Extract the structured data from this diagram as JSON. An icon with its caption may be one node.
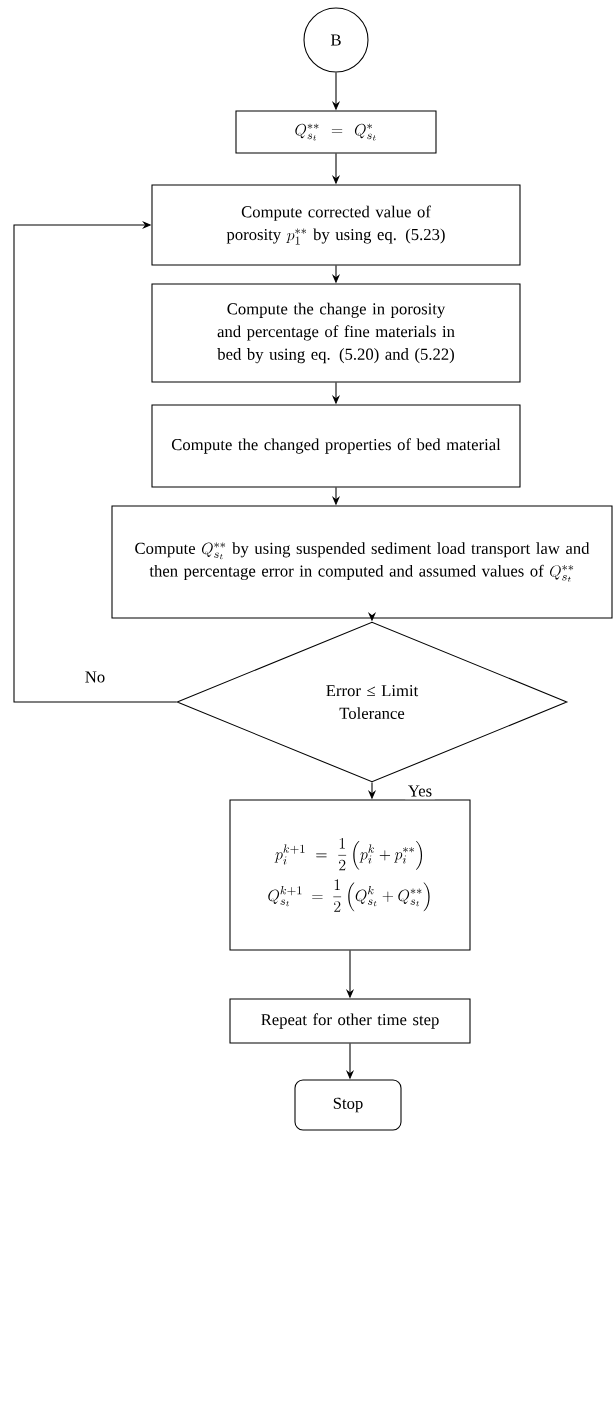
{
  "diagram": {
    "nodes": [
      {
        "text": [
          "B"
        ]
      },
      {
        "text": [
          "Q_{s_t}^{**} = Q_{s_t}^{*}"
        ]
      },
      {
        "text": [
          "Compute corrected value of porosity",
          "p_1^{**}",
          "by using eq. (5.23)"
        ]
      },
      {
        "text": [
          "Compute the change in porosity and percentage of fine materials in bed by using eq. (5.20) and (5.22)"
        ]
      },
      {
        "text": [
          "Compute the changed properties of bed material"
        ]
      },
      {
        "text": [
          "Compute",
          "Q_{s_t}^{**}",
          "by using suspended sediment load transport law and then percentage error in computed and assumed values of",
          "Q_{s_t}^{**}"
        ]
      },
      {
        "text": [
          "Error ≤ Limit Tolerance"
        ]
      },
      {
        "text": [
          "p_i^{k+1} = \\frac{1}{2}\\left(p_i^{k} + p_i^{**}\\right)",
          "Q_{s_t}^{k+1} = \\frac{1}{2}\\left(Q_{s_t}^{k} + Q_{s_t}^{**}\\right)"
        ]
      },
      {
        "text": [
          "Repeat for other time step"
        ]
      },
      {
        "text": [
          "Stop"
        ]
      }
    ],
    "edges": [
      {
        "from": 0,
        "to": 1,
        "arrow": "to"
      },
      {
        "from": 1,
        "to": 2,
        "arrow": "to"
      },
      {
        "from": 2,
        "to": 3,
        "arrow": "to"
      },
      {
        "from": 3,
        "to": 4,
        "arrow": "to"
      },
      {
        "from": 4,
        "to": 5,
        "arrow": "to"
      },
      {
        "from": 5,
        "to": 6,
        "arrow": "to"
      },
      {
        "from": 6,
        "to": 2,
        "arrow": "to",
        "label": "No"
      },
      {
        "from": 6,
        "to": 7,
        "arrow": "to",
        "label": "Yes"
      },
      {
        "from": 7,
        "to": 8,
        "arrow": "to"
      },
      {
        "from": 8,
        "to": 9,
        "arrow": "to"
      }
    ]
  }
}
